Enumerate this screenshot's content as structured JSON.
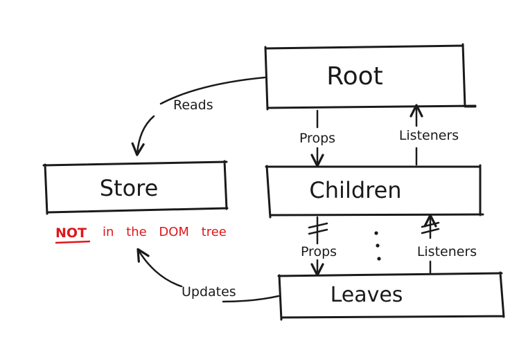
{
  "nodes": {
    "root": "Root",
    "children": "Children",
    "leaves": "Leaves",
    "store": "Store"
  },
  "note": {
    "emphasis": "NOT",
    "rest": "in the DOM tree",
    "color": "#e0161a"
  },
  "edges": {
    "reads": "Reads",
    "updates": "Updates",
    "props_top": "Props",
    "listeners_top": "Listeners",
    "props_bottom": "Props",
    "listeners_bottom": "Listeners",
    "ellipsis": ":"
  }
}
